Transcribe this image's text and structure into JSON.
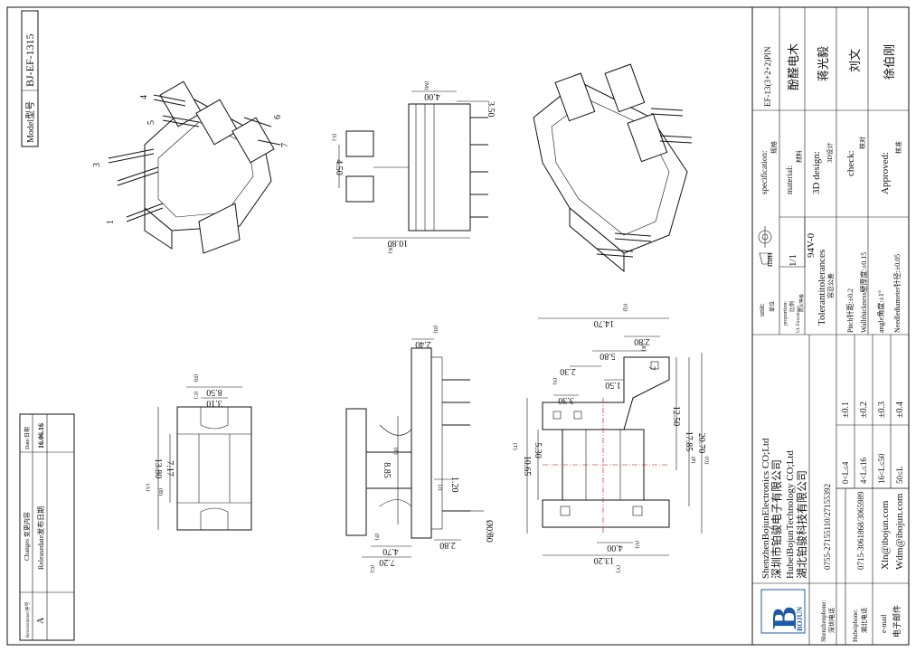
{
  "model_box": {
    "label": "Model型号",
    "value": "BJ-EF-1315"
  },
  "changes": {
    "header_col1": "Revisionletter/序号",
    "header_col2": "Changes 变更内容",
    "header_col3": "Date/日期",
    "row_letter": "A",
    "row_change": "Releasedate发布日期",
    "row_date": "16.06.16"
  },
  "views": {
    "iso_left_pins": [
      "1",
      "3",
      "4",
      "5",
      "6",
      "7"
    ],
    "side": {
      "d1": "4.00",
      "d1_code": "(M)",
      "d2": "3.50",
      "d3": "4.50",
      "d3_code": "(L)",
      "d4": "10.80",
      "d4_code": "(K)"
    },
    "front": {
      "d1": "8.50",
      "d1_code": "(D)",
      "d2": "3.10",
      "d2_code": "(C)",
      "d3": "13.80",
      "d3_code": "(A)",
      "d4": "7.17",
      "d4_code": "(B)"
    },
    "mid": {
      "d1": "2.40",
      "d1_code": "(H)",
      "d2": "8.85",
      "d2_code": "(E)",
      "d3": "1.20",
      "d3_code": "(J)",
      "d4": "2.80",
      "d5": "Ø0.60",
      "d5_code": "(I)",
      "d6": "4.70",
      "d6_code": "(F)",
      "d7": "7.20",
      "d7_code": "(G)"
    },
    "top": {
      "d1": "14.70",
      "d1_code": "(Q)",
      "d2": "2.80",
      "d3": "5.80",
      "d3_code": "(R)",
      "d4": "2.30",
      "d5": "1.50",
      "d6": "3.30",
      "d6_code": "(S)",
      "d7": "12.50",
      "d8": "17.85",
      "d8_code": "(P)",
      "d9": "20.70",
      "d9_code": "(O)",
      "d10": "10.65",
      "d10_code": "(T)",
      "d11": "5.30",
      "d12": "4.00",
      "d12_code": "(U)",
      "d13": "13.20",
      "d13_code": "(V)",
      "pin_label": "7"
    }
  },
  "title_block": {
    "specification_label": "specification:",
    "specification_cn": "规格",
    "specification_value": "EF-13(3+2+2)PIN",
    "material_label": "material:",
    "material_cn": "材料",
    "material_value": "酚醛电木",
    "design_label": "3D design:",
    "design_cn": "3D设计",
    "design_value": "蒋光毅",
    "check_label": "check:",
    "check_cn": "核对",
    "check_value": "刘文",
    "approved_label": "Approved:",
    "approved_cn": "核准",
    "approved_value": "徐伯刚",
    "unit_label": "unit:",
    "unit_cn": "单位",
    "unit_value": "mm",
    "proportion_label": "proportion:",
    "proportion_cn": "比例",
    "proportion_value": "1/1",
    "ul_label": "UL Fireratings:",
    "ul_cn": "防火等级",
    "ul_value": "94V-0",
    "tol_title": "Tolerantitolerances",
    "tol_cn": "容忍公差",
    "pitch": "Pitch针距:±0.2",
    "wall": "Wallthickness壁厚度:±0.15",
    "angle": "angle角度:±1°",
    "needle": "Needlediameter针径:±0.05",
    "tol_rows": [
      {
        "range": "0<L≤4",
        "tol": "±0.1"
      },
      {
        "range": "4<L≤16",
        "tol": "±0.2"
      },
      {
        "range": "16<L≤50",
        "tol": "±0.3"
      },
      {
        "range": "50≤L",
        "tol": "±0.4"
      }
    ],
    "company_en1": "ShenzhenBojunElectronics CO;Ltd",
    "company_cn1": "深圳市铂骏电子有限公司",
    "company_en2": "HubeiBojunTechnology CO;Ltd",
    "company_cn2": "湖北铂骏科技有限公司",
    "sz_phone_label": "Shenzhenphone:",
    "sz_phone_cn": "深圳电话",
    "sz_phone": "0755-27155110/27155392",
    "hb_phone_label": "Hubeiphone:",
    "hb_phone_cn": "湖北电话",
    "hb_phone": "0715-3061868/3065989",
    "email_label": "e-mail",
    "email_cn": "电子邮件",
    "email1": "Xln@ibojun.com",
    "email2": "Wdm@ibojun.com",
    "logo_text": "BOJUN",
    "logo_mark": "B"
  },
  "colors": {
    "line": "#111111",
    "center": "#cc0000",
    "logo": "#1f5aa6"
  }
}
